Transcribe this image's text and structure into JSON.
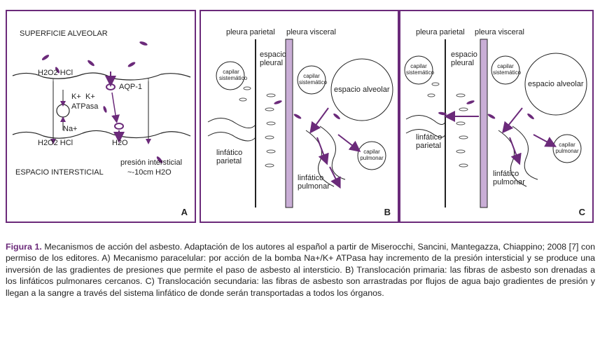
{
  "panelA": {
    "top_label": "SUPERFICIE ALVEOLAR",
    "h2o2_top": "H2O2 HCl",
    "k1": "K+",
    "k2": "K+",
    "atpasa": "ATPasa",
    "na": "Na+",
    "aqp": "AQP-1",
    "h2o2_bottom": "H2O2 HCl",
    "h2o": "H2O",
    "bottom_label": "ESPACIO INTERSTICIAL",
    "presion": "presión intersticial",
    "presion_value": "~-10cm H2O",
    "letter": "A"
  },
  "panelB": {
    "pleura_parietal": "pleura parietal",
    "pleura_visceral": "pleura visceral",
    "espacio_pleural": "espacio pleural",
    "capilar_sistematico": "capilar sistemático",
    "espacio_alveolar": "espacio alveolar",
    "linfatico_parietal": "linfático parietal",
    "linfatico_pulmonar": "linfático pulmonar",
    "capilar_pulmonar": "capilar pulmonar",
    "letter": "B"
  },
  "panelC": {
    "pleura_parietal": "pleura parietal",
    "pleura_visceral": "pleura visceral",
    "espacio_pleural": "espacio pleural",
    "capilar_sistematico_1": "capilar sistemático",
    "capilar_sistematico_2": "capilar sistemático",
    "espacio_alveolar": "espacio alveolar",
    "linfatico_parietal": "linfático parietal",
    "linfatico_pulmonar": "linfático pulmonar",
    "capilar_pulmonar": "capilar pulmonar",
    "letter": "C"
  },
  "caption": {
    "label": "Figura 1.",
    "text": " Mecanismos de acción del asbesto. Adaptación de los autores al español a partir de Miserocchi, Sancini, Mantegazza, Chiappino; 2008 [7] con permiso de los editores. A) Mecanismo paracelular: por acción de la bomba Na+/K+ ATPasa hay incremento de la presión intersticial y se produce una inversión de las gradientes de presiones que permite el paso de asbesto al intersticio. B) Translocación primaria: las fibras de asbesto son drenadas a los linfáticos pulmonares cercanos. C) Translocación secundaria: las fibras de asbesto son arrastradas por flujos de agua bajo gradientes de presión y llegan a la sangre a través del sistema linfático de donde serán transportadas a todos los órganos."
  },
  "colors": {
    "purple": "#6b2a7a",
    "lilac": "#c9aed6",
    "ink": "#222222"
  }
}
